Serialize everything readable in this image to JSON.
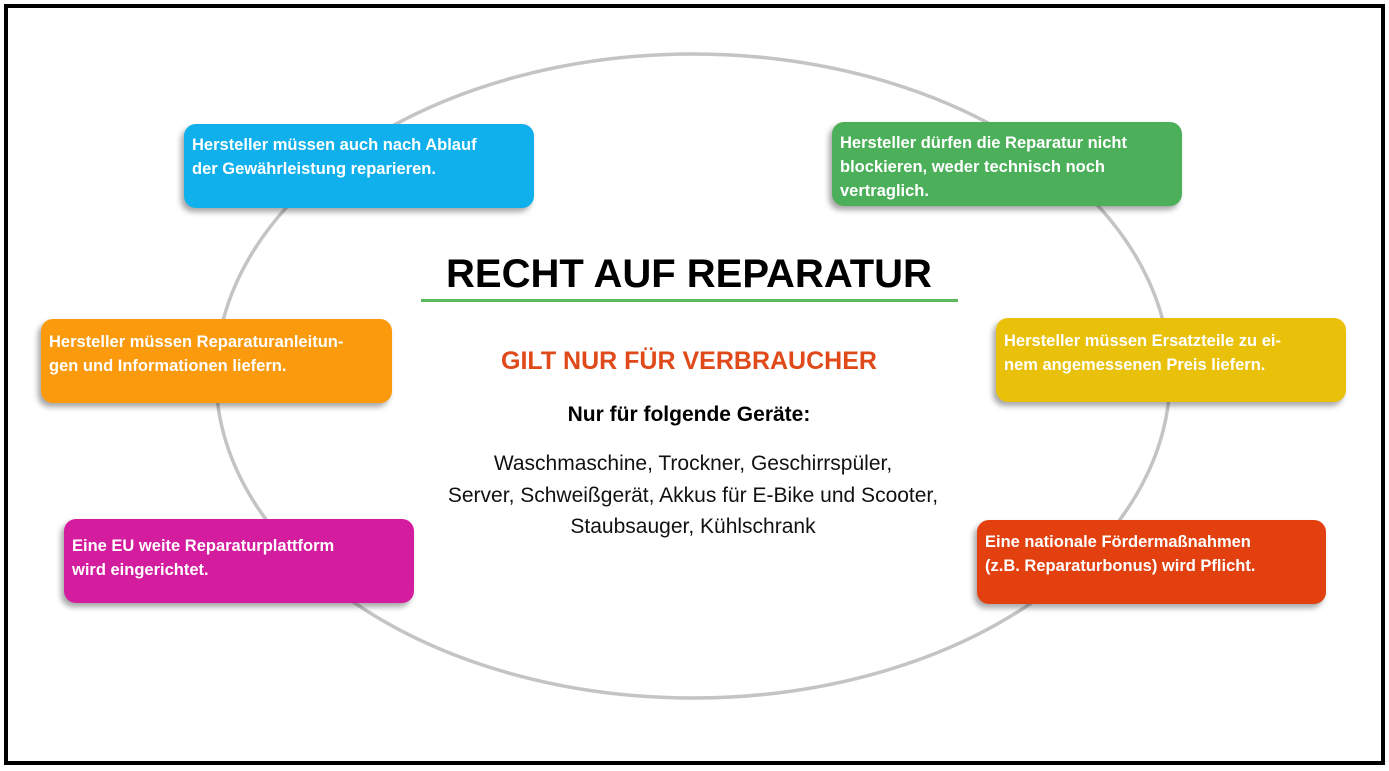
{
  "title": "RECHT AUF REPARATUR",
  "subtitle": "GILT NUR FÜR VERBRAUCHER",
  "devices": {
    "heading": "Nur für folgende Geräte:",
    "lines": [
      "Waschmaschine, Trockner, Geschirrspüler,",
      "Server, Schweißgerät, Akkus für E-Bike und Scooter,",
      "Staubsauger, Kühlschrank"
    ]
  },
  "boxes": [
    {
      "id": "top-left",
      "text": "Hersteller müssen auch nach Ablauf\nder Gewährleistung reparieren.",
      "color": "#0fb0ec"
    },
    {
      "id": "top-right",
      "text": "Hersteller dürfen die Reparatur nicht\nblockieren, weder technisch noch\nvertraglich.",
      "color": "#4caf5a"
    },
    {
      "id": "middle-left",
      "text": "Hersteller müssen Reparaturanleitun-\ngen und Informationen liefern.",
      "color": "#fb9a0c"
    },
    {
      "id": "middle-right",
      "text": "Hersteller müssen Ersatzteile zu ei-\nnem angemessenen Preis liefern.",
      "color": "#eac10a"
    },
    {
      "id": "bottom-left",
      "text": "Eine EU weite Reparaturplattform\nwird eingerichtet.",
      "color": "#d41c9e"
    },
    {
      "id": "bottom-right",
      "text": "Eine nationale Fördermaßnahmen\n(z.B. Reparaturbonus) wird Pflicht.",
      "color": "#e2400f"
    }
  ],
  "colors": {
    "ellipse_stroke": "#c4c4c4",
    "title_underline": "#5cb85c",
    "subtitle": "#e04a1a",
    "frame_border": "#000000"
  }
}
